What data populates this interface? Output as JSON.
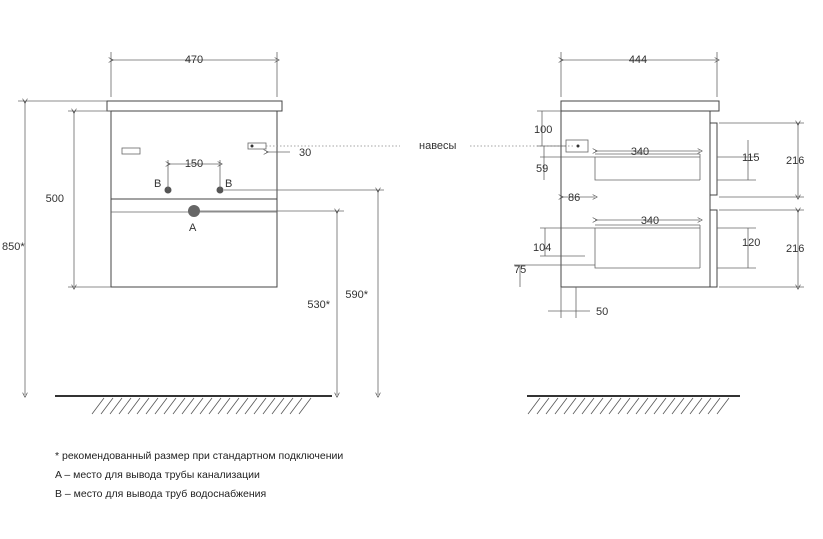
{
  "front_view": {
    "dims": {
      "width": "470",
      "body_height": "500",
      "total_height": "850*",
      "pipe_spacing": "150",
      "hinge_offset": "30",
      "pipe_a_height": "530*",
      "pipe_b_height": "590*"
    },
    "labels": {
      "pipe_a": "A",
      "pipe_b_left": "B",
      "pipe_b_right": "B"
    }
  },
  "hinges_label": "навесы",
  "side_view": {
    "dims": {
      "depth": "444",
      "hinge_top": "100",
      "drawer_top_depth": "340",
      "drawer_bottom_depth": "340",
      "inner_offset_59": "59",
      "inner_offset_86": "86",
      "inner_104": "104",
      "inner_75": "75",
      "bottom_50": "50",
      "drawer_top_inner_h": "115",
      "drawer_bottom_inner_h": "120",
      "front_top_h": "216",
      "front_bottom_h": "216"
    }
  },
  "notes": [
    "* рекомендованный размер при стандартном подключении",
    "A – место для вывода трубы канализации",
    "B – место для вывода труб водоснабжения"
  ]
}
